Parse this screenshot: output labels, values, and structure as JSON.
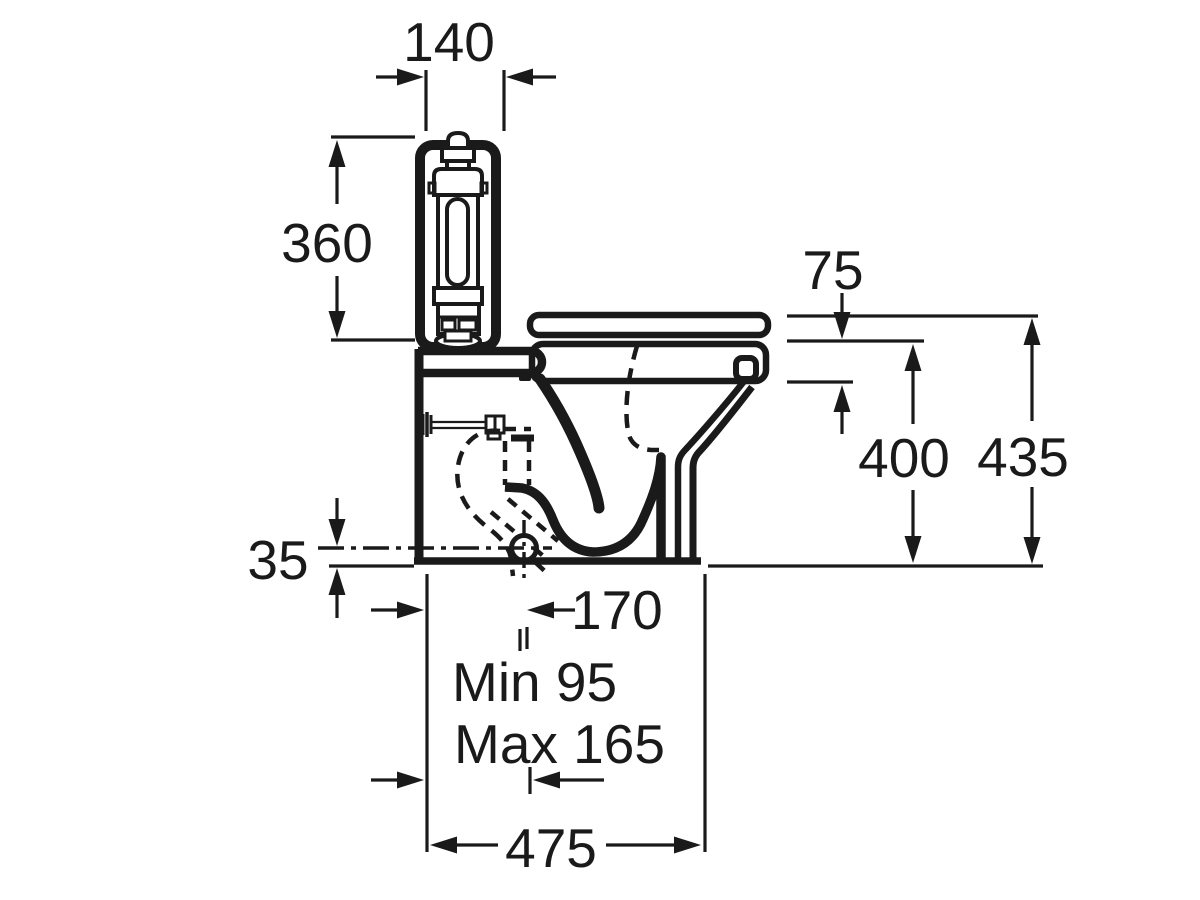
{
  "drawing_type": "technical-dimension-diagram",
  "subject": "close-coupled toilet side elevation",
  "colors": {
    "ink": "#1a1a1a",
    "background": "#ffffff"
  },
  "dimensions": {
    "cistern_width": "140",
    "cistern_height": "360",
    "seat_to_rim": "75",
    "seat_height": "400",
    "overall_height": "435",
    "outlet_centre_height": "35",
    "outlet_centre_depth": "170",
    "outlet_min": "Min 95",
    "outlet_max": "Max 165",
    "overall_depth": "475"
  }
}
